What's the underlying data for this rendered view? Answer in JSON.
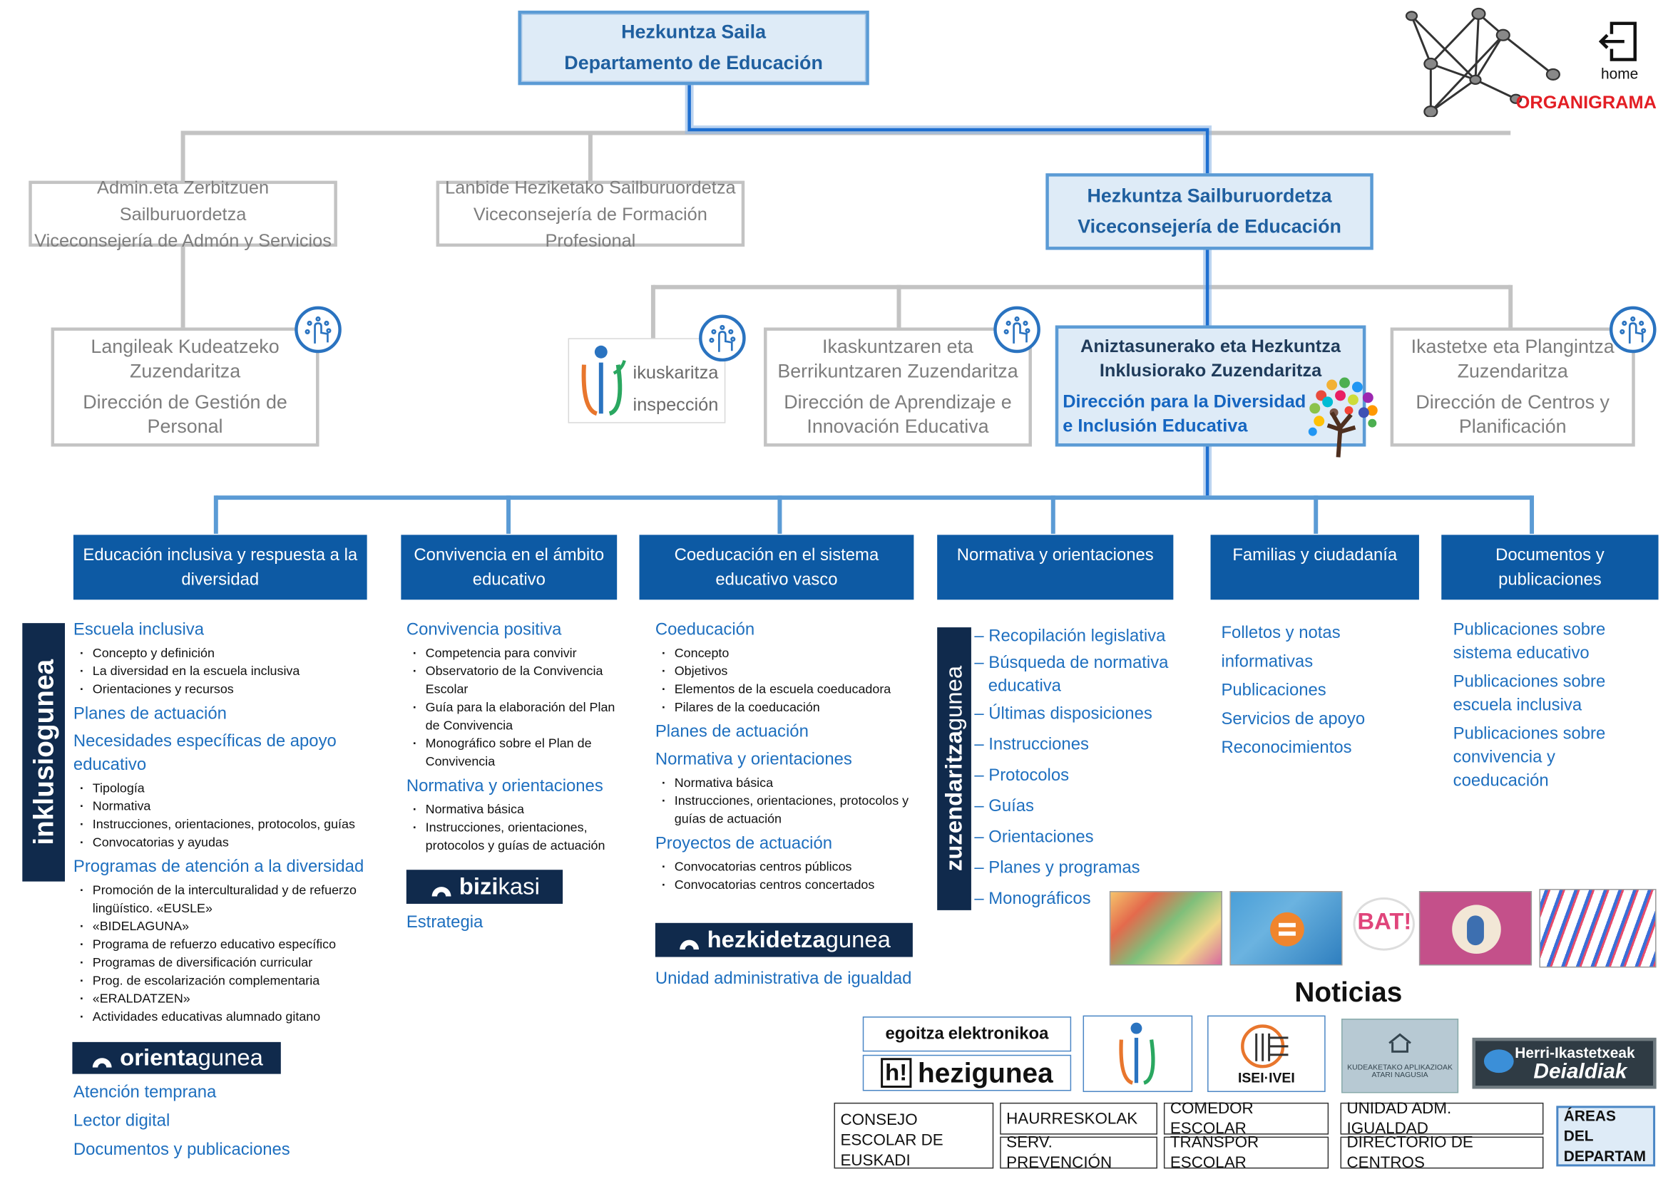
{
  "top": {
    "line1": "Hezkuntza Saila",
    "line2": "Departamento de Educación"
  },
  "corner": {
    "home_label": "home",
    "title": "ORGANIGRAMA"
  },
  "vice_admin": {
    "line1": "Admin.eta Zerbitzuen Sailburuordetza",
    "line2": "Viceconsejería de Admón y Servicios"
  },
  "vice_fp": {
    "line1": "Lanbide Heziketako Sailburuordetza",
    "line2": "Viceconsejería de Formación Profesional"
  },
  "vice_edu": {
    "line1": "Hezkuntza Sailburuordetza",
    "line2": "Viceconsejería de Educación"
  },
  "dir_personal": {
    "line1": "Langileak Kudeatzeko",
    "line2": "Zuzendaritza",
    "line3": "Dirección de Gestión de",
    "line4": "Personal"
  },
  "inspeccion": {
    "line1": "ikuskaritza",
    "line2": "inspección"
  },
  "dir_aprendizaje": {
    "line1": "Ikaskuntzaren eta",
    "line2": "Berrikuntzaren  Zuzendaritza",
    "line3": "Dirección de Aprendizaje e",
    "line4": "Innovación Educativa"
  },
  "dir_diversidad": {
    "line1": "Aniztasunerako eta Hezkuntza",
    "line2": "Inklusiorako Zuzendaritza",
    "line3": "Dirección para la Diversidad",
    "line4": "e Inclusión Educativa"
  },
  "dir_centros": {
    "line1": "Ikastetxe eta Plangintza",
    "line2": "Zuzendaritza",
    "line3": "Dirección de Centros y",
    "line4": "Planificación"
  },
  "headers": [
    "Educación inclusiva y respuesta a la diversidad",
    "Convivencia en el ámbito educativo",
    "Coeducación en el sistema educativo vasco",
    "Normativa y orientaciones",
    "Familias y ciudadanía",
    "Documentos y publicaciones"
  ],
  "col1": {
    "logo": "inklusiogunea",
    "escuela": "Escuela inclusiva",
    "escuela_items": [
      "Concepto y definición",
      "La diversidad en la escuela inclusiva",
      "Orientaciones y recursos"
    ],
    "planes": "Planes de actuación",
    "necesidades": "Necesidades específicas de apoyo educativo",
    "necesidades_items": [
      "Tipología",
      "Normativa",
      "Instrucciones, orientaciones, protocolos, guías",
      "Convocatorias y ayudas"
    ],
    "programas": "Programas de atención a la diversidad",
    "programas_items": [
      "Promoción de la interculturalidad y de refuerzo lingüístico. «EUSLE»",
      "«BIDELAGUNA»",
      "Programa de refuerzo educativo específico",
      "Programas de diversificación curricular",
      "Prog. de escolarización complementaria",
      "«ERALDATZEN»",
      "Actividades educativas alumnado gitano"
    ],
    "orienta_logo_a": "orienta",
    "orienta_logo_b": "gunea",
    "links": [
      "Atención temprana",
      "Lector digital",
      "Documentos y publicaciones"
    ]
  },
  "col2": {
    "convivencia": "Convivencia positiva",
    "convivencia_items": [
      "Competencia para convivir",
      "Observatorio de la Convivencia Escolar",
      "Guía para la elaboración del Plan de Convivencia",
      "Monográfico sobre el Plan de Convivencia"
    ],
    "normativa": "Normativa y orientaciones",
    "normativa_items": [
      "Normativa básica",
      "Instrucciones, orientaciones, protocolos y guías de actuación"
    ],
    "bizikasi_a": "bizi",
    "bizikasi_b": "kasi",
    "estrategia": "Estrategia"
  },
  "col3": {
    "coeducacion": "Coeducación",
    "coeducacion_items": [
      "Concepto",
      "Objetivos",
      "Elementos de la escuela coeducadora",
      "Pilares de la coeducación"
    ],
    "planes": "Planes de actuación",
    "normativa": "Normativa y orientaciones",
    "normativa_items": [
      "Normativa básica",
      "Instrucciones, orientaciones, protocolos y guías de actuación"
    ],
    "proyectos": "Proyectos de actuación",
    "proyectos_items": [
      "Convocatorias centros públicos",
      "Convocatorias centros concertados"
    ],
    "hezkidetza_a": "hezkidetza",
    "hezkidetza_b": "gunea",
    "unidad": "Unidad administrativa de igualdad"
  },
  "col4": {
    "logo_a": "zuzendaritza",
    "logo_b": "gunea",
    "items": [
      "Recopilación legislativa",
      "Búsqueda de normativa educativa",
      "Últimas disposiciones",
      "Instrucciones",
      "Protocolos",
      "Guías",
      "Orientaciones",
      "Planes y programas",
      "Monográficos"
    ]
  },
  "col5": {
    "items": [
      "Folletos y notas informativas",
      "Publicaciones",
      "Servicios de apoyo",
      "Reconocimientos"
    ]
  },
  "col6": {
    "items": [
      "Publicaciones sobre sistema educativo",
      "Publicaciones sobre escuela inclusiva",
      "Publicaciones sobre convivencia y coeducación"
    ]
  },
  "news": {
    "title": "Noticias",
    "bat_label": "BAT!"
  },
  "logos": {
    "egoitza_a": "egoitza",
    "egoitza_b": "elektronikoa",
    "hezigunea_a": "h!",
    "hezigunea_b": "hezigunea",
    "isei": "ISEI·IVEI",
    "kudeaketako": "KUDEAKETAKO APLIKAZIOAK",
    "atari": "ATARI NAGUSIA",
    "herri_a": "Herri-Ikastetxeak",
    "herri_b": "Deialdiak"
  },
  "bottom": {
    "consejo": "CONSEJO ESCOLAR DE EUSKADI",
    "haurreskolak": "HAURRESKOLAK",
    "serv_prevencion": "SERV. PREVENCIÓN",
    "comedor": "COMEDOR ESCOLAR",
    "transpor": "TRANSPOR ESCOLAR",
    "unidad_igualdad": "UNIDAD ADM. IGUALDAD",
    "directorio": "DIRECTORIO DE CENTROS",
    "areas": "ÁREAS DEL DEPARTAM"
  },
  "colors": {
    "accent_blue": "#0d5aa4",
    "line_blue": "#2a73c0",
    "box_border": "#5b9bd5",
    "grey": "#c3c3c3",
    "dark_navy": "#102a4c",
    "red": "#e31e24"
  }
}
